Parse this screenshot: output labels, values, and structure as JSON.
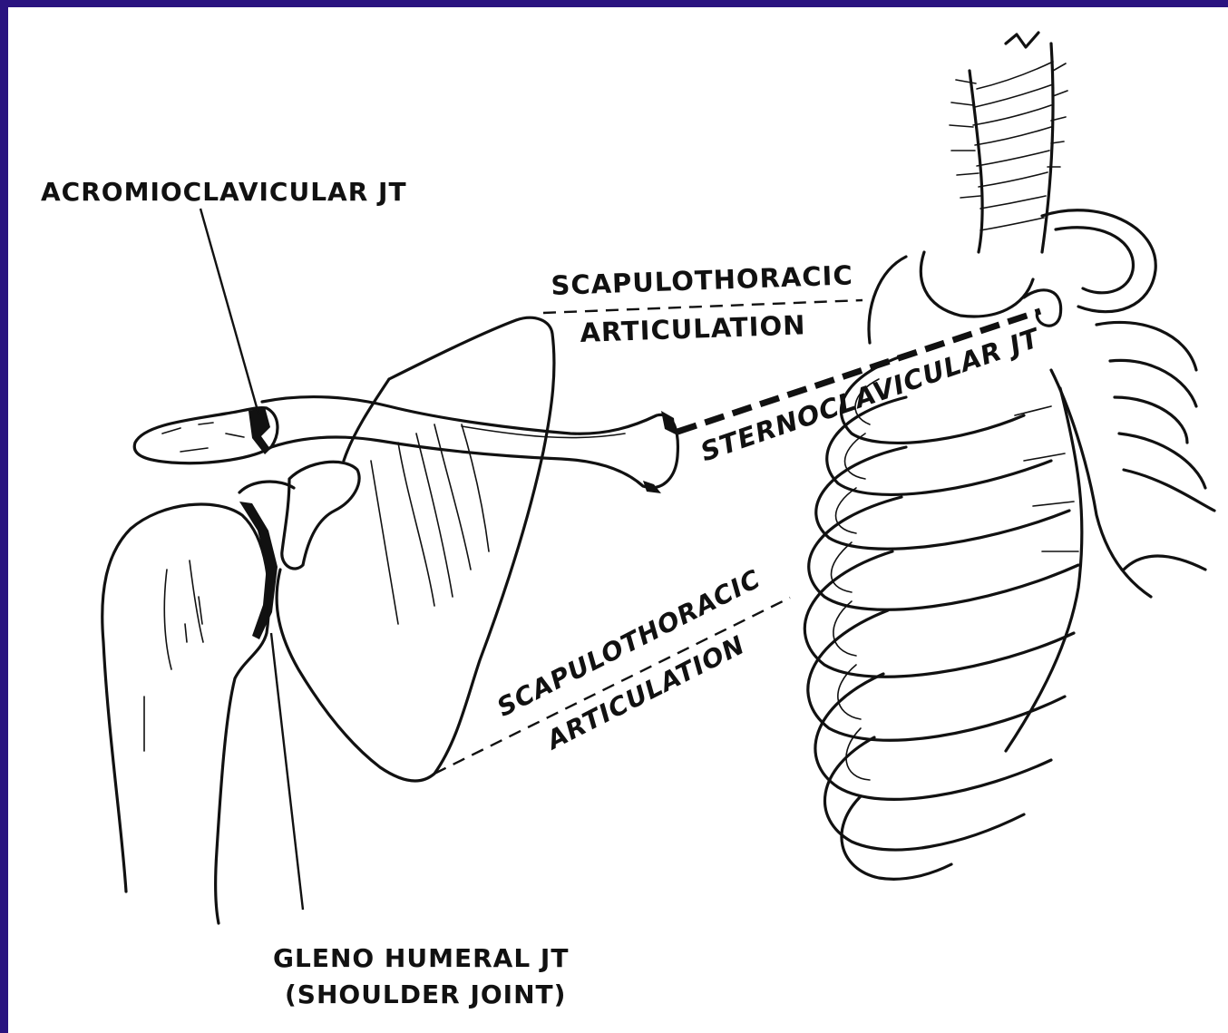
{
  "labels": {
    "acromioclavicular": "ACROMIOCLAVICULAR JT",
    "scapulothoracic_upper_line1": "SCAPULOTHORACIC",
    "scapulothoracic_upper_line2": "ARTICULATION",
    "sternoclavicular": "STERNOCLAVICULAR JT",
    "scapulothoracic_lower_line1": "SCAPULOTHORACIC",
    "scapulothoracic_lower_line2": "ARTICULATION",
    "glenohumeral_line1": "GLENO HUMERAL JT",
    "glenohumeral_line2": "(SHOULDER JOINT)"
  },
  "colors": {
    "border": "#2a1480",
    "background": "#ffffff",
    "ink": "#111111"
  }
}
